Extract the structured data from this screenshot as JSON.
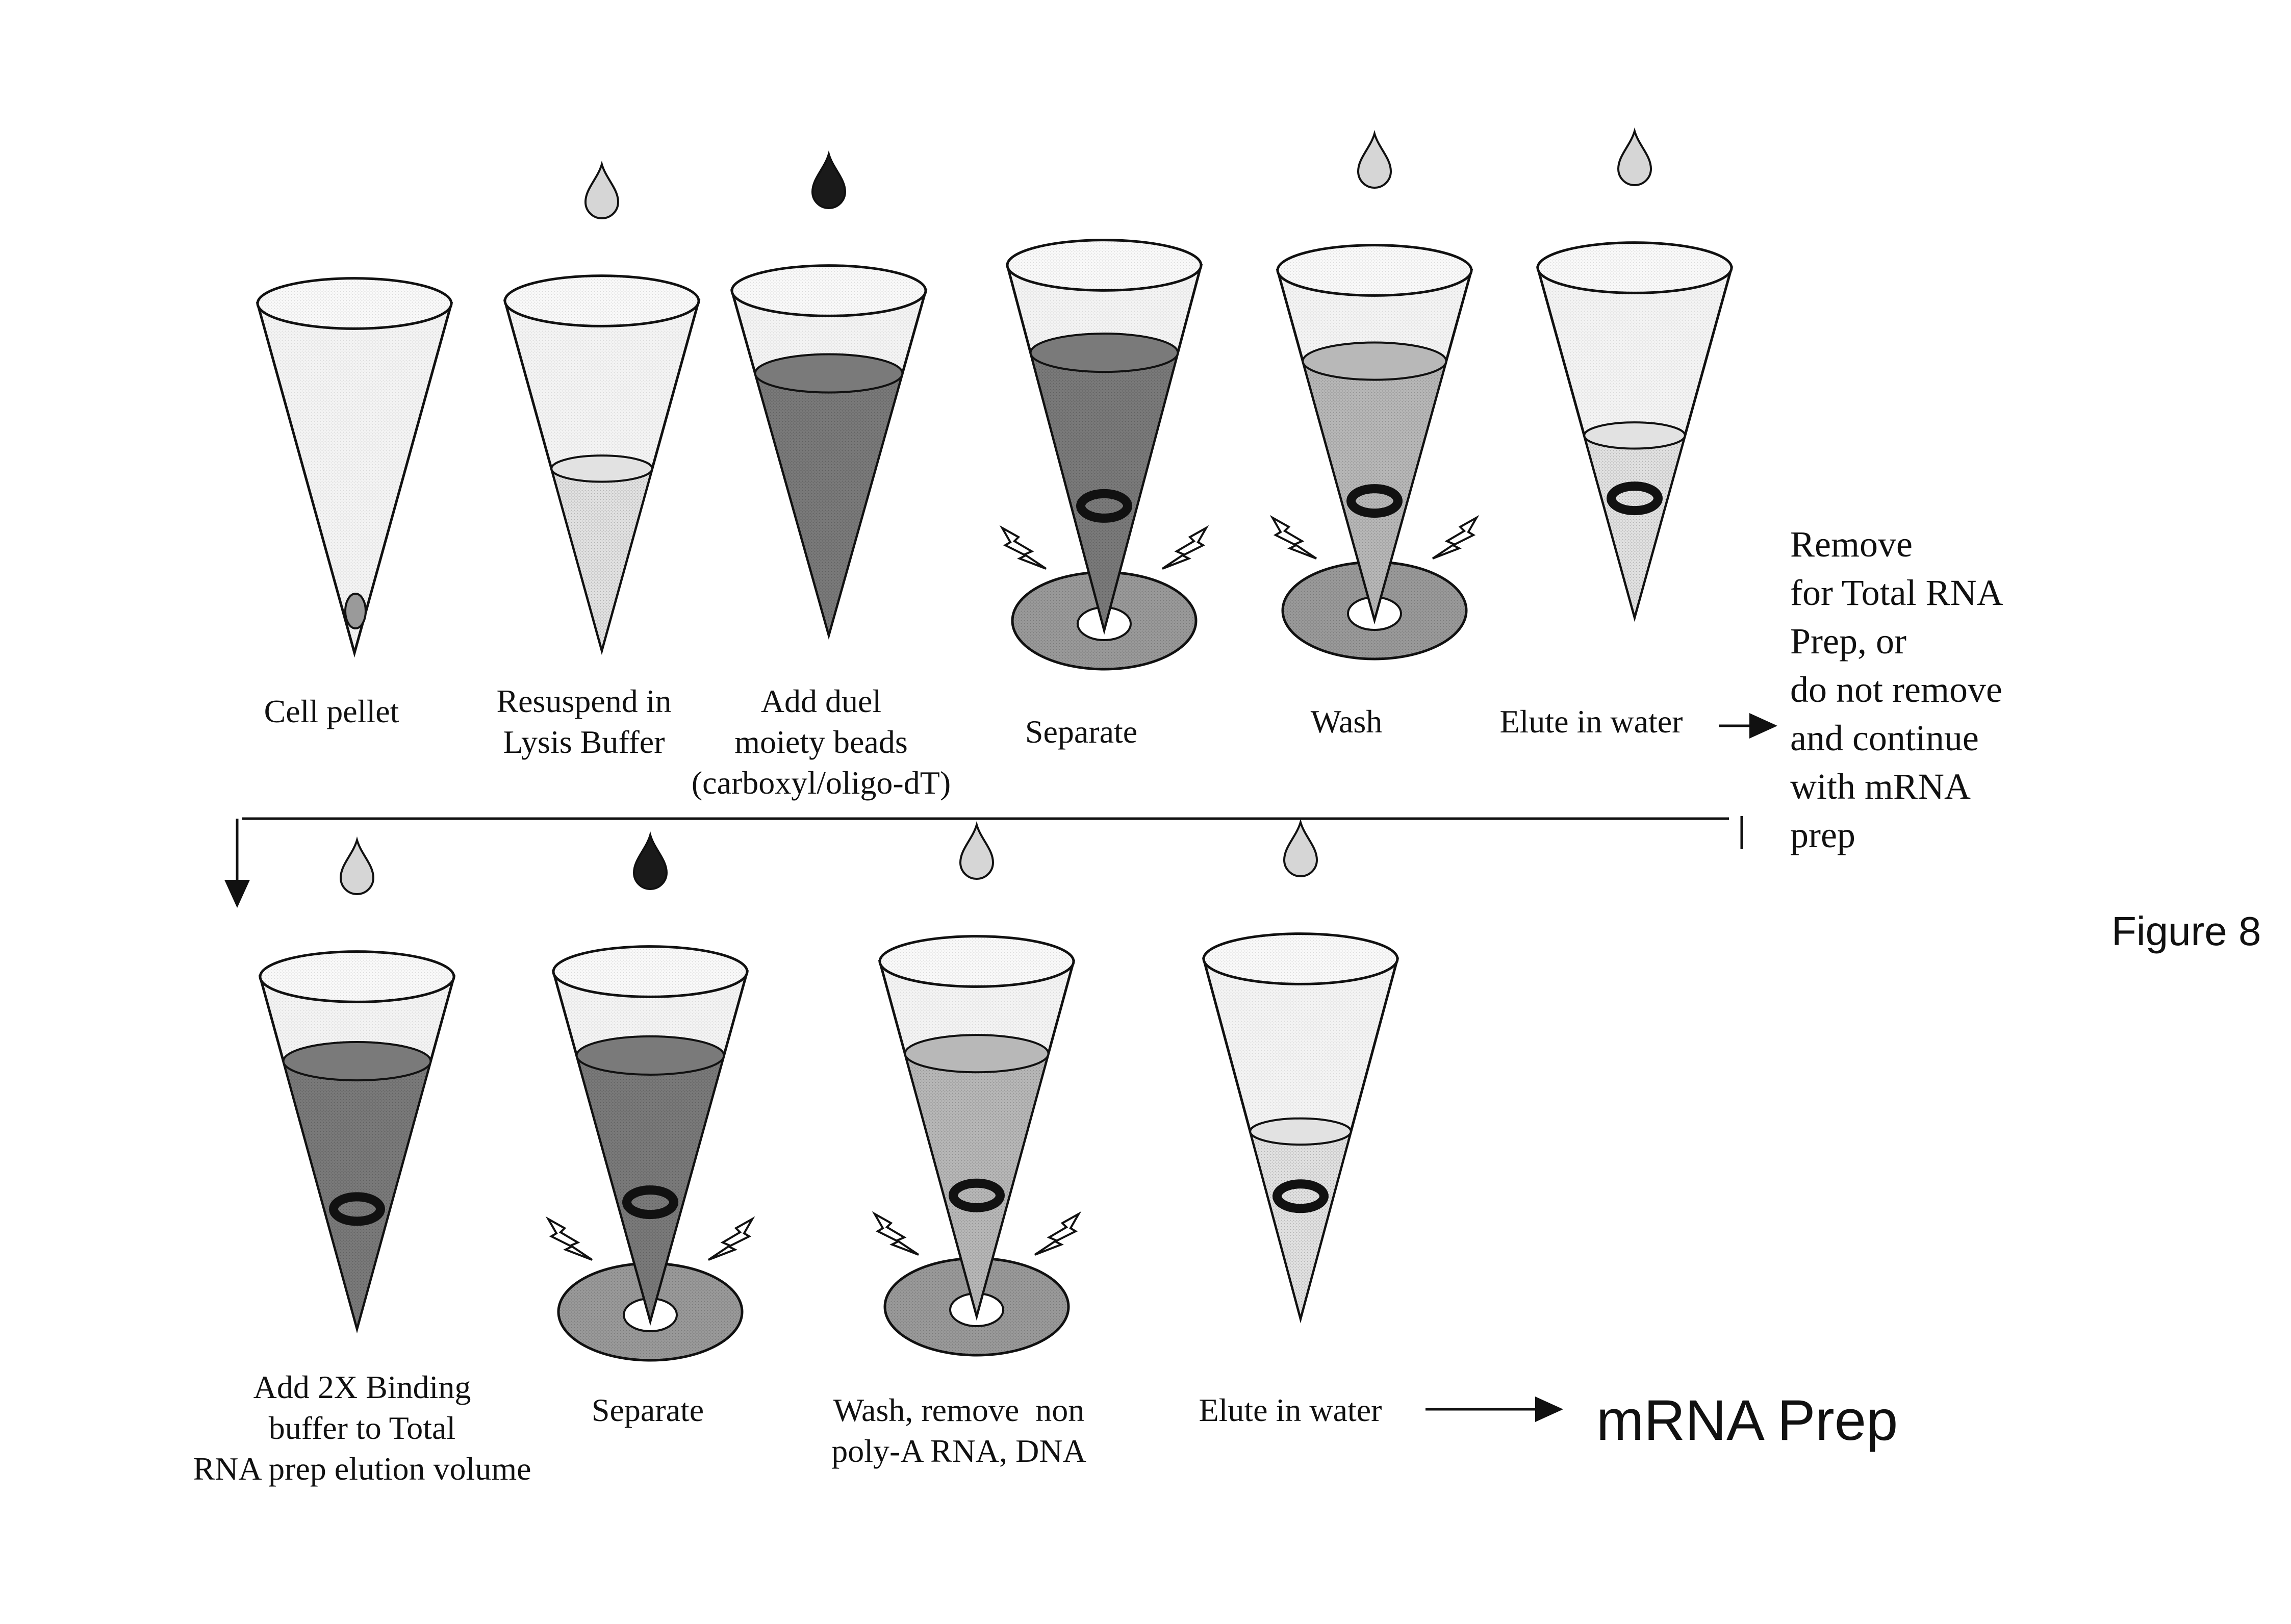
{
  "figure": {
    "figure_label": "Figure 8",
    "final_product": "mRNA Prep",
    "side_note": "Remove\nfor Total RNA\nPrep, or\ndo not remove\nand continue\nwith mRNA\nprep"
  },
  "row1": [
    {
      "label": "Cell pellet",
      "drop": "none",
      "fill": "none",
      "beads": "pellet",
      "magnet": false
    },
    {
      "label": "Resuspend in\nLysis Buffer",
      "drop": "light",
      "fill": "light",
      "beads": "none",
      "magnet": false
    },
    {
      "label": "Add duel\nmoiety beads\n(carboxyl/oligo-dT)",
      "drop": "dark",
      "fill": "dark",
      "beads": "none",
      "magnet": false
    },
    {
      "label": "Separate",
      "drop": "none",
      "fill": "dark",
      "beads": "ring",
      "magnet": true
    },
    {
      "label": "Wash",
      "drop": "light",
      "fill": "medium",
      "beads": "ring",
      "magnet": true
    },
    {
      "label": "Elute in water",
      "drop": "light",
      "fill": "light",
      "beads": "ring",
      "magnet": false
    }
  ],
  "row2": [
    {
      "label": "Add 2X Binding\nbuffer to Total\nRNA prep elution volume",
      "drop": "light",
      "fill": "dark",
      "beads": "ring",
      "magnet": false
    },
    {
      "label": "Separate",
      "drop": "dark",
      "fill": "dark",
      "beads": "ring",
      "magnet": true
    },
    {
      "label": "Wash, remove  non\npoly-A RNA, DNA",
      "drop": "light",
      "fill": "medium",
      "beads": "ring",
      "magnet": true
    },
    {
      "label": "Elute in water",
      "drop": "light",
      "fill": "light",
      "beads": "ring",
      "magnet": false
    }
  ],
  "colors": {
    "ink": "#111111",
    "tube_fill": "#f4f4f4",
    "liquid_light": "#e2e2e2",
    "liquid_medium": "#b8b8b8",
    "liquid_dark": "#7a7a7a",
    "magnet": "#9a9a9a"
  }
}
